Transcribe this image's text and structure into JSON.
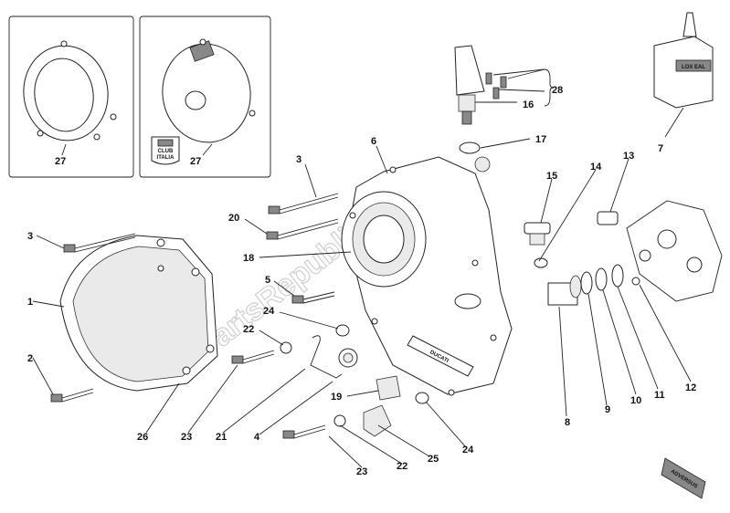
{
  "watermark": "PartsRepublik",
  "callouts": {
    "c1": "1",
    "c2": "2",
    "c3a": "3",
    "c3b": "3",
    "c4": "4",
    "c5": "5",
    "c6": "6",
    "c7": "7",
    "c8": "8",
    "c9": "9",
    "c10": "10",
    "c11": "11",
    "c12": "12",
    "c13": "13",
    "c14": "14",
    "c15": "15",
    "c16": "16",
    "c17": "17",
    "c18": "18",
    "c19": "19",
    "c20": "20",
    "c21": "21",
    "c22a": "22",
    "c22b": "22",
    "c23a": "23",
    "c23b": "23",
    "c24a": "24",
    "c24b": "24",
    "c25": "25",
    "c26": "26",
    "c27a": "27",
    "c27b": "27",
    "c28": "28"
  },
  "badge": {
    "line1": "CLUB",
    "line2": "ITALIA"
  },
  "bottle_label": "LOX EAL",
  "cover_logo": "DUCATI",
  "stamp": "ADVERSUS"
}
